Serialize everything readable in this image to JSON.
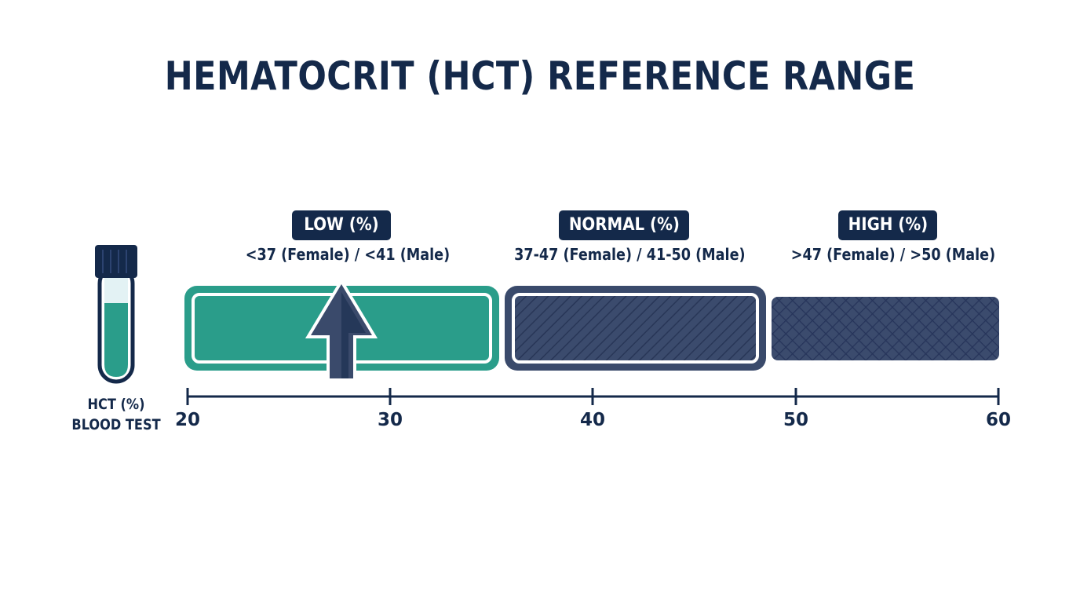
{
  "title": "HEMATOCRIT (HCT) REFERENCE RANGE",
  "categories": [
    {
      "label": "LOW (%)",
      "range": "<37 (Female) / <41 (Male)"
    },
    {
      "label": "NORMAL (%)",
      "range": "37-47 (Female) / 41-50 (Male)"
    },
    {
      "label": "HIGH (%)",
      "range": ">47 (Female) / >50 (Male)"
    }
  ],
  "tube": {
    "caption_line1": "HCT (%)",
    "caption_line2": "BLOOD TEST",
    "icon": "test-tube-icon"
  },
  "axis": {
    "ticks": [
      "20",
      "30",
      "40",
      "50",
      "60"
    ],
    "min": 20,
    "max": 60
  },
  "indicator": {
    "icon": "up-arrow-icon"
  },
  "colors": {
    "navy": "#14294a",
    "teal": "#2a9d8a",
    "slate": "#3a4a6b",
    "tube_fill": "#2a9d8a"
  }
}
